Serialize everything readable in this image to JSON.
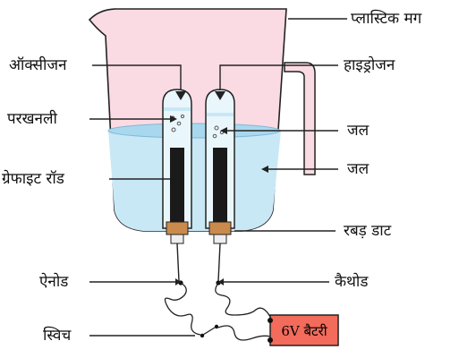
{
  "labels": {
    "plastic_mug": "प्लास्टिक मग",
    "oxygen": "ऑक्सीजन",
    "hydrogen": "हाइड्रोजन",
    "test_tube": "परखनली",
    "water_tube": "जल",
    "graphite_rod": "ग्रेफाइट रॉड",
    "water_mug": "जल",
    "rubber_stopper": "रबड़ डाट",
    "anode": "ऐनोड",
    "cathode": "कैथोड",
    "switch": "स्विच",
    "battery": "6V बैटरी"
  },
  "colors": {
    "mug_fill": "#fadbe3",
    "water": "#c9e8f6",
    "water_surface": "#a9d8ee",
    "rod": "#1a1a1a",
    "stopper": "#c98a4b",
    "battery_fill": "#f26b5b",
    "outline": "#222222"
  }
}
